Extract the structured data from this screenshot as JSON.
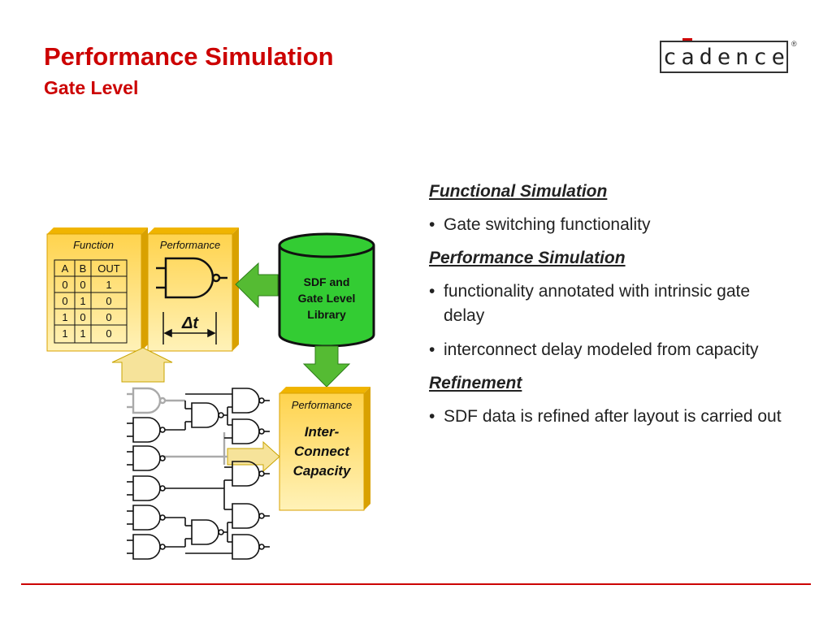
{
  "slide": {
    "title": "Performance Simulation",
    "subtitle": "Gate Level",
    "logo": "cadence",
    "logo_mark": "®"
  },
  "diagram": {
    "function_box": {
      "label": "Function",
      "truth_table": {
        "headers": [
          "A",
          "B",
          "OUT"
        ],
        "rows": [
          [
            "0",
            "0",
            "1"
          ],
          [
            "0",
            "1",
            "0"
          ],
          [
            "1",
            "0",
            "0"
          ],
          [
            "1",
            "1",
            "0"
          ]
        ]
      }
    },
    "performance_box": {
      "label": "Performance",
      "delay_label": "Δt"
    },
    "library": {
      "line1": "SDF and",
      "line2": "Gate Level",
      "line3": "Library"
    },
    "interconnect_box": {
      "label": "Performance",
      "line1": "Inter-",
      "line2": "Connect",
      "line3": "Capacity"
    },
    "colors": {
      "box_fill": "#ffd34d",
      "box_shadow": "#d9a100",
      "library_fill": "#33cc33",
      "arrow_green": "#55bb33",
      "arrow_yellow": "#f6e39a",
      "accent": "#cc0000"
    }
  },
  "bullets": [
    {
      "heading": "Functional Simulation",
      "items": [
        "Gate switching functionality"
      ]
    },
    {
      "heading": "Performance Simulation",
      "items": [
        "functionality annotated with intrinsic gate delay",
        "interconnect delay modeled from capacity"
      ]
    },
    {
      "heading": "Refinement",
      "items": [
        "SDF data is refined after layout is carried out"
      ]
    }
  ]
}
